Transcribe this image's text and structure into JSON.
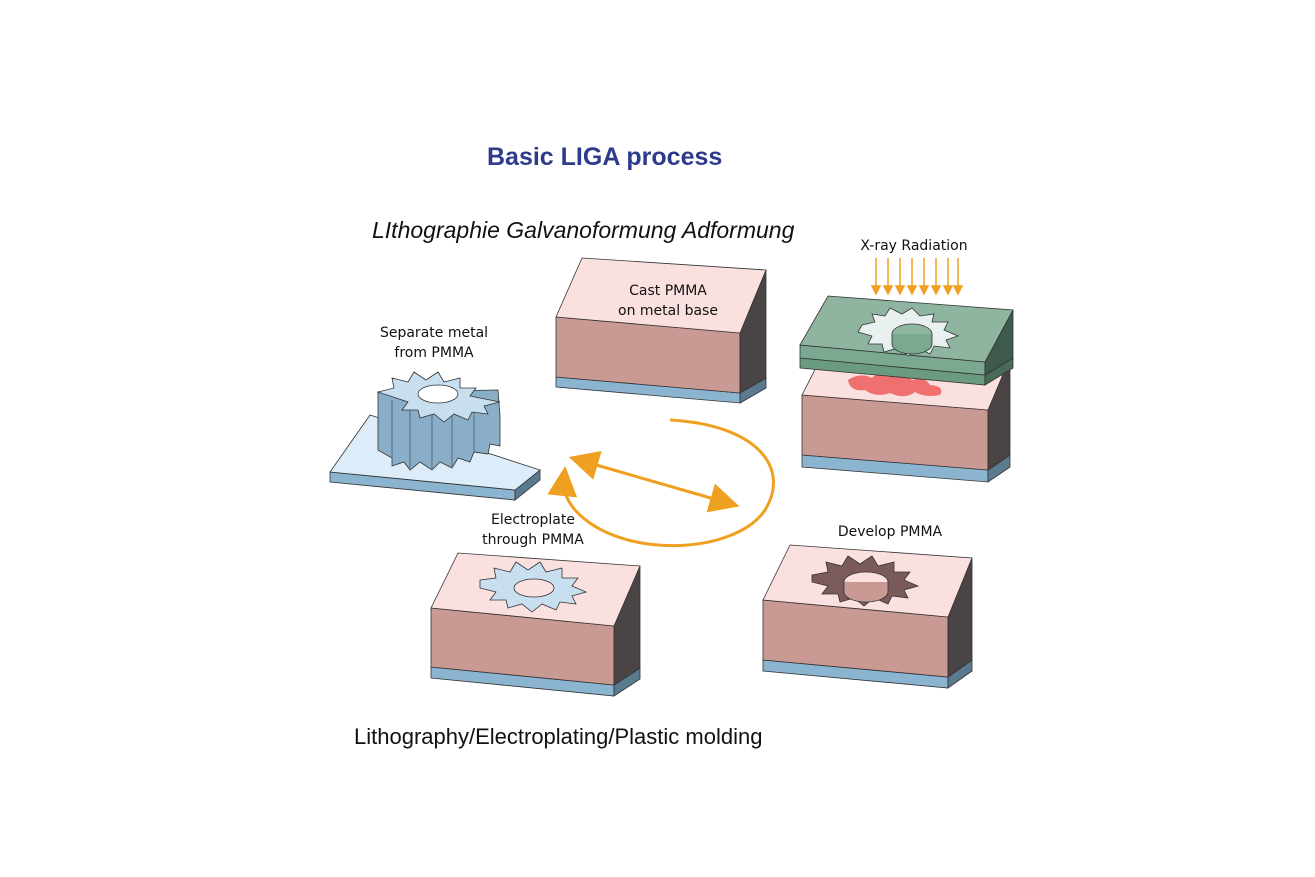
{
  "title": "Basic LIGA process",
  "subtitle_german": "LIthographie Galvanoformung Adformung",
  "subtitle_english": "Lithography/Electroplating/Plastic  molding",
  "steps": {
    "cast": {
      "line1": "Cast PMMA",
      "line2": "on metal base"
    },
    "xray": {
      "label": "X-ray Radiation"
    },
    "develop": {
      "label": "Develop PMMA"
    },
    "electroplate": {
      "line1": "Electroplate",
      "line2": "through PMMA"
    },
    "separate": {
      "line1": "Separate metal",
      "line2": "from PMMA"
    }
  },
  "colors": {
    "title": "#2e3a8c",
    "pmma_top": "#fbe0e0",
    "pmma_front": "#c99a94",
    "pmma_side": "#4a4444",
    "metal_base": "#8ab4d0",
    "mask": "#8fb5a0",
    "exposed": "#f07070",
    "gear_metal": "#a8c8e0",
    "arrow": "#f0a020"
  }
}
